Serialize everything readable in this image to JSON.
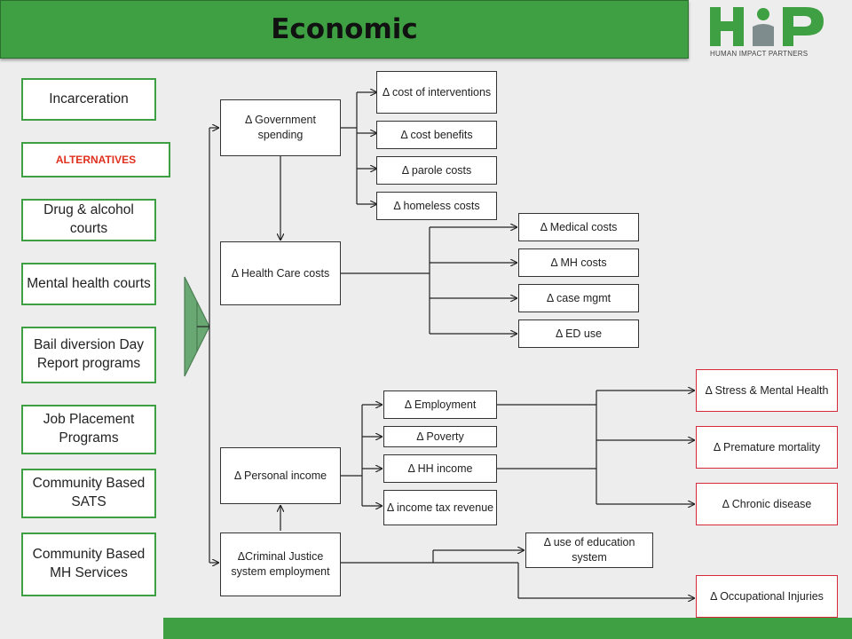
{
  "title": "Economic",
  "logo": {
    "mark": "HIP",
    "text": "HUMAN IMPACT PARTNERS"
  },
  "left_column": {
    "incarceration": "Incarceration",
    "alternatives": "ALTERNATIVES",
    "items": [
      "Drug & alcohol courts",
      "Mental health courts",
      "Bail diversion Day Report programs",
      "Job Placement Programs",
      "Community Based SATS",
      "Community Based MH Services"
    ]
  },
  "nodes": {
    "government_spending": "Δ Government spending",
    "cost_of_interventions": "Δ cost of interventions",
    "cost_benefits": "Δ cost benefits",
    "parole_costs": "Δ parole costs",
    "homeless_costs": "Δ homeless costs",
    "health_care_costs": "Δ Health Care costs",
    "medical_costs": "Δ Medical costs",
    "mh_costs": "Δ MH costs",
    "case_mgmt": "Δ case mgmt",
    "ed_use": "Δ ED use",
    "personal_income": "Δ Personal income",
    "employment": "Δ Employment",
    "poverty": "Δ Poverty",
    "hh_income": "Δ HH income",
    "income_tax_revenue": "Δ income tax revenue",
    "criminal_justice_employment": "ΔCriminal Justice system employment",
    "use_of_education": "Δ use of education system",
    "stress_mental_health": "Δ Stress & Mental Health",
    "premature_mortality": "Δ Premature mortality",
    "chronic_disease": "Δ Chronic disease",
    "occupational_injuries": "Δ Occupational Injuries"
  },
  "colors": {
    "green": "#3ea043",
    "red_border": "#d6293a",
    "alt_text": "#e0301e",
    "arrow_fill": "#6aa873"
  }
}
